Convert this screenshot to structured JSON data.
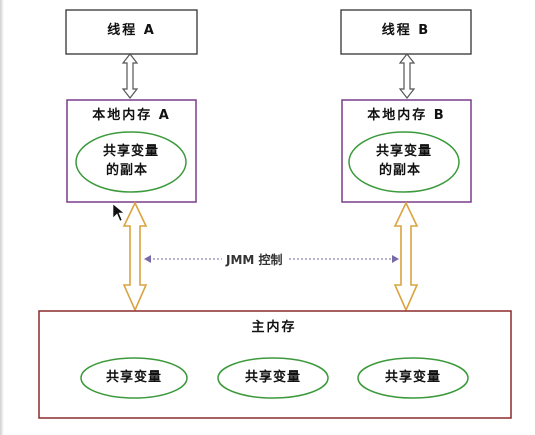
{
  "diagram": {
    "thread_a": {
      "label": "线程 A"
    },
    "thread_b": {
      "label": "线程 B"
    },
    "local_memory_a": {
      "label": "本地内存 A",
      "copy_line1": "共享变量",
      "copy_line2": "的副本"
    },
    "local_memory_b": {
      "label": "本地内存 B",
      "copy_line1": "共享变量",
      "copy_line2": "的副本"
    },
    "control_label": "JMM 控制",
    "main_memory": {
      "label": "主内存",
      "variables": [
        "共享变量",
        "共享变量",
        "共享变量"
      ]
    }
  },
  "colors": {
    "thread_box_border": "#333333",
    "local_memory_border": "#7a3d8c",
    "main_memory_border": "#8b2a2a",
    "ellipse_border": "#3c9a3c",
    "thread_arrow": "#555555",
    "memory_arrow": "#d9a441",
    "dotted_line": "#7a6aa8"
  }
}
